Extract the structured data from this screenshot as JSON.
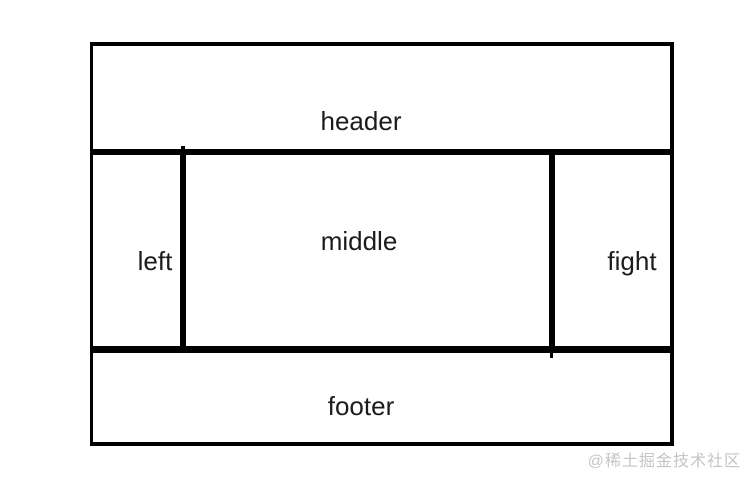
{
  "diagram": {
    "regions": {
      "header": "header",
      "left": "left",
      "middle": "middle",
      "right": "fight",
      "footer": "footer"
    },
    "colors": {
      "line": "#000000",
      "text": "#1c1c1c",
      "background": "#ffffff"
    }
  },
  "watermark": {
    "text": "@稀土掘金技术社区",
    "color": "#c5c5c5"
  }
}
